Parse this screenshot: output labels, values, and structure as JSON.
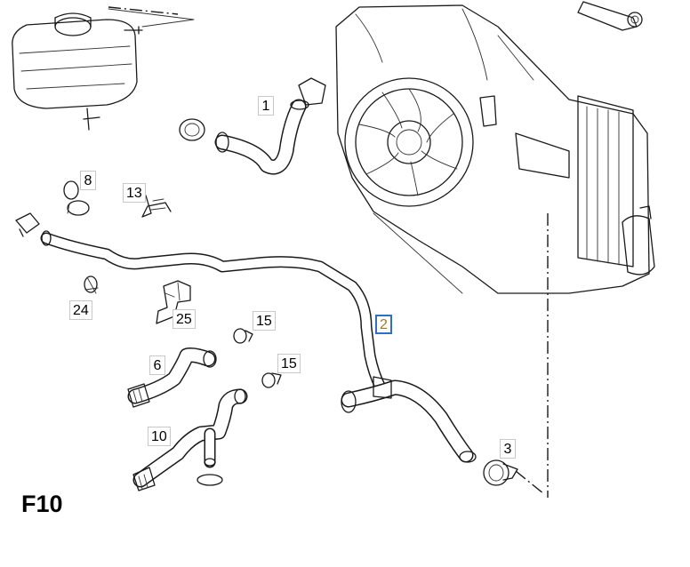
{
  "diagram": {
    "code": "F10",
    "callouts": [
      {
        "id": "1",
        "label": "1"
      },
      {
        "id": "2",
        "label": "2",
        "selected": true
      },
      {
        "id": "3",
        "label": "3"
      },
      {
        "id": "6",
        "label": "6"
      },
      {
        "id": "8",
        "label": "8"
      },
      {
        "id": "10",
        "label": "10"
      },
      {
        "id": "13",
        "label": "13"
      },
      {
        "id": "15a",
        "label": "15"
      },
      {
        "id": "15b",
        "label": "15"
      },
      {
        "id": "24",
        "label": "24"
      },
      {
        "id": "25",
        "label": "25"
      }
    ]
  }
}
